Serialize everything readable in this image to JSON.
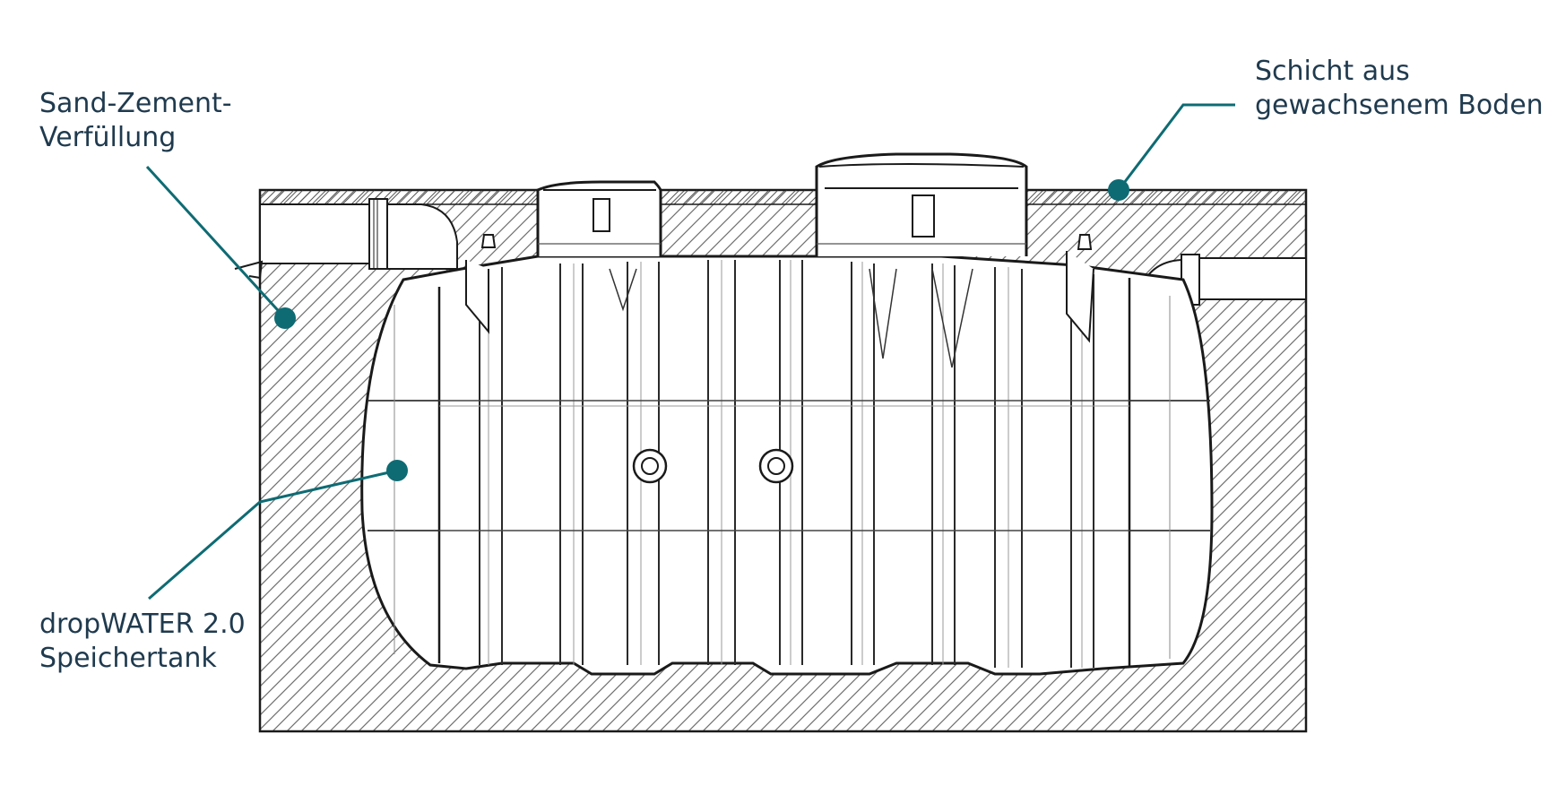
{
  "labels": {
    "backfill": {
      "line1": "Sand-Zement-",
      "line2": "Verfüllung"
    },
    "soil": {
      "line1": "Schicht aus",
      "line2": "gewachsenem Boden"
    },
    "tank": {
      "line1": "dropWATER 2.0",
      "line2": "Speichertank"
    }
  },
  "colors": {
    "callout": "#0e6b73",
    "label_text": "#1f3a4e",
    "line_art": "#1a1a1a",
    "hatch": "#666666",
    "background": "#ffffff"
  }
}
